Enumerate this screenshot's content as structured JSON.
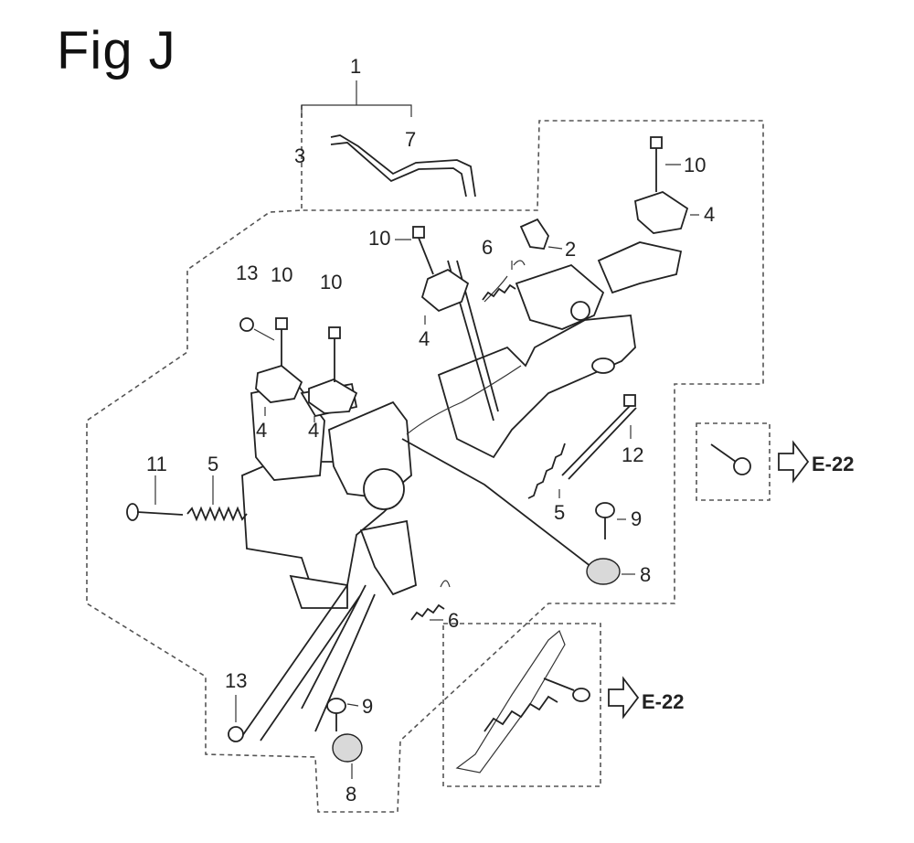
{
  "title": "Fig J",
  "callouts": {
    "c1": "1",
    "c2": "2",
    "c3": "3",
    "c4a": "4",
    "c4b": "4",
    "c4c": "4",
    "c4d": "4",
    "c5a": "5",
    "c5b": "5",
    "c6a": "6",
    "c6b": "6",
    "c7": "7",
    "c8a": "8",
    "c8b": "8",
    "c9a": "9",
    "c9b": "9",
    "c10a": "10",
    "c10b": "10",
    "c10c": "10",
    "c10d": "10",
    "c11": "11",
    "c12": "12",
    "c13a": "13",
    "c13b": "13"
  },
  "refs": {
    "ref_upper": "E-22",
    "ref_lower": "E-22"
  }
}
